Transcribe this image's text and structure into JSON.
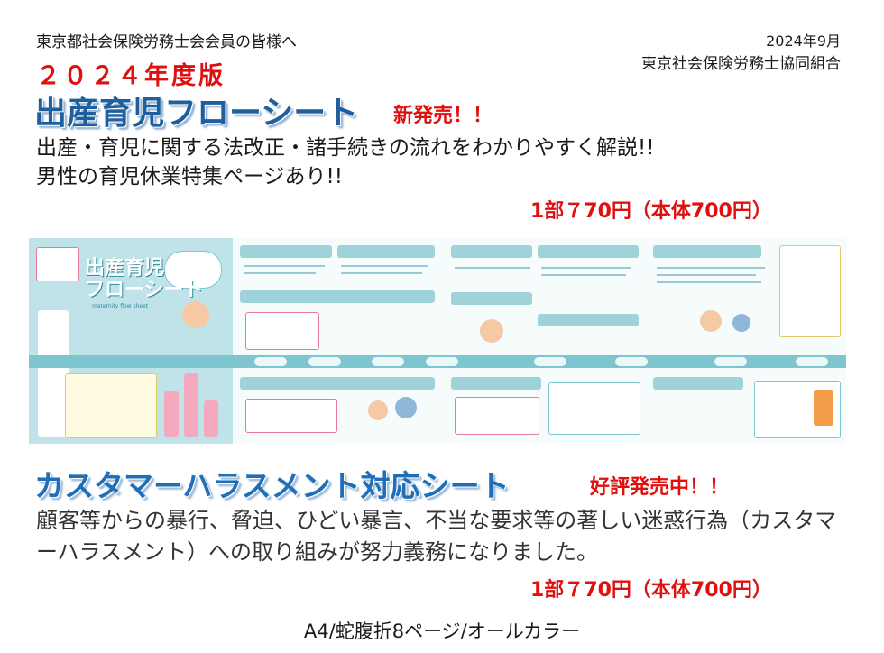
{
  "header": {
    "addressee": "東京都社会保険労務士会会員の皆様へ",
    "date": "2024年9月",
    "organization": "東京社会保険労務士協同組合"
  },
  "product1": {
    "edition": "２０２４年度版",
    "title": "出産育児フローシート",
    "badge": "新発売！！",
    "description_line1": "出産・育児に関する法改正・諸手続きの流れをわかりやすく解説!!",
    "description_line2": "男性の育児休業特集ページあり!!",
    "price": "1部７70円（本体700円）"
  },
  "brochure_image": {
    "cover_title_line1": "出産育児",
    "cover_title_line2": "フローシート",
    "cover_subtitle": "maternity flow sheet"
  },
  "product2": {
    "title": "カスタマーハラスメント対応シート",
    "badge": "好評発売中！！",
    "description": "顧客等からの暴行、脅迫、ひどい暴言、不当な要求等の著しい迷惑行為（カスタマーハラスメント）への取り組みが努力義務になりました。",
    "price": "1部７70円（本体700円）"
  },
  "footer": {
    "format": "A4/蛇腹折8ページ/オールカラー"
  },
  "colors": {
    "accent_red": "#e01010",
    "title_blue": "#1f5f9e",
    "brochure_teal": "#7ec6cf"
  }
}
